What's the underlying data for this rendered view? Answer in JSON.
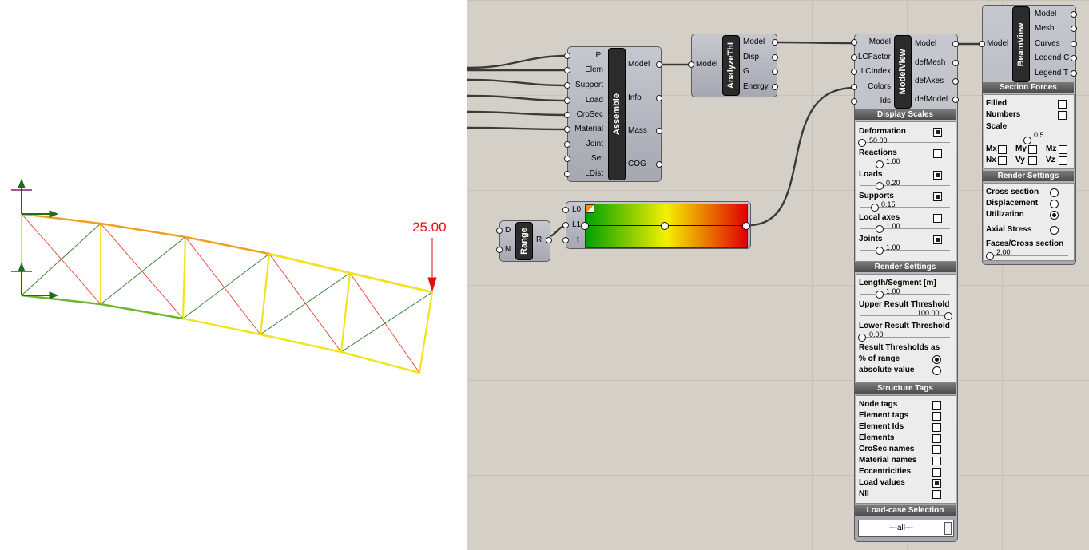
{
  "viewport": {
    "load_label": "25.00",
    "colors": {
      "top_chord": "#f0a020",
      "bottom_chord": "#6cb82a",
      "verticals": "#f2e41c",
      "diagonals_red": "#e83a2e",
      "diagonals_green": "#2f7a2f",
      "support": "#1c6e1c",
      "load_arrow": "#e01010"
    }
  },
  "assemble": {
    "title": "Assemble",
    "inputs": [
      "Pt",
      "Elem",
      "Support",
      "Load",
      "CroSec",
      "Material",
      "Joint",
      "Set",
      "LDist"
    ],
    "outputs": [
      "Model",
      "Info",
      "Mass",
      "COG"
    ]
  },
  "analyze": {
    "title": "AnalyzeThI",
    "inputs": [
      "Model"
    ],
    "outputs": [
      "Model",
      "Disp",
      "G",
      "Energy"
    ]
  },
  "modelview": {
    "title": "ModelView",
    "inputs": [
      "Model",
      "LCFactor",
      "LCIndex",
      "Colors",
      "Ids"
    ],
    "outputs": [
      "Model",
      "defMesh",
      "defAxes",
      "defModel"
    ],
    "display_scales": {
      "header": "Display Scales",
      "items": [
        {
          "label": "Deformation",
          "value": "50.00",
          "checked": true
        },
        {
          "label": "Reactions",
          "value": "1.00",
          "checked": false
        },
        {
          "label": "Loads",
          "value": "0.20",
          "checked": true
        },
        {
          "label": "Supports",
          "value": "0.15",
          "checked": true
        },
        {
          "label": "Local axes",
          "value": "1.00",
          "checked": false
        },
        {
          "label": "Joints",
          "value": "1.00",
          "checked": true
        }
      ]
    },
    "render_settings": {
      "header": "Render Settings",
      "length_label": "Length/Segment [m]",
      "length_value": "1.00",
      "upper_label": "Upper Result Threshold",
      "upper_value": "100.00",
      "lower_label": "Lower Result Threshold",
      "lower_value": "0.00",
      "thresholds_label": "Result Thresholds as",
      "opt_percent": "% of range",
      "opt_absolute": "absolute value"
    },
    "structure_tags": {
      "header": "Structure Tags",
      "items": [
        {
          "label": "Node tags",
          "checked": false
        },
        {
          "label": "Element tags",
          "checked": false
        },
        {
          "label": "Element Ids",
          "checked": false
        },
        {
          "label": "Elements",
          "checked": false
        },
        {
          "label": "CroSec names",
          "checked": false
        },
        {
          "label": "Material names",
          "checked": false
        },
        {
          "label": "Eccentricities",
          "checked": false
        },
        {
          "label": "Load values",
          "checked": true
        },
        {
          "label": "NII",
          "checked": false
        }
      ]
    },
    "loadcase": {
      "header": "Load-case Selection",
      "value": "---all---"
    }
  },
  "beamview": {
    "title": "BeamView",
    "inputs": [
      "Model"
    ],
    "outputs": [
      "Model",
      "Mesh",
      "Curves",
      "Legend C",
      "Legend T"
    ],
    "section_forces": {
      "header": "Section Forces",
      "filled": "Filled",
      "numbers": "Numbers",
      "scale": "Scale",
      "scale_value": "0.5",
      "forces": [
        "Mx",
        "My",
        "Mz",
        "Nx",
        "Vy",
        "Vz"
      ]
    },
    "render_settings": {
      "header": "Render Settings",
      "options": [
        {
          "label": "Cross section",
          "selected": false
        },
        {
          "label": "Displacement",
          "selected": false
        },
        {
          "label": "Utilization",
          "selected": true
        },
        {
          "label": "Axial Stress",
          "selected": false
        }
      ],
      "faces_label": "Faces/Cross section",
      "faces_value": "2.00"
    }
  },
  "gradient": {
    "inputs": [
      "L0",
      "L1",
      "t"
    ],
    "colors": [
      "#00a000",
      "#f4f000",
      "#e00000"
    ]
  },
  "range": {
    "title": "Range",
    "inputs": [
      "D",
      "N"
    ],
    "outputs": [
      "R"
    ]
  }
}
